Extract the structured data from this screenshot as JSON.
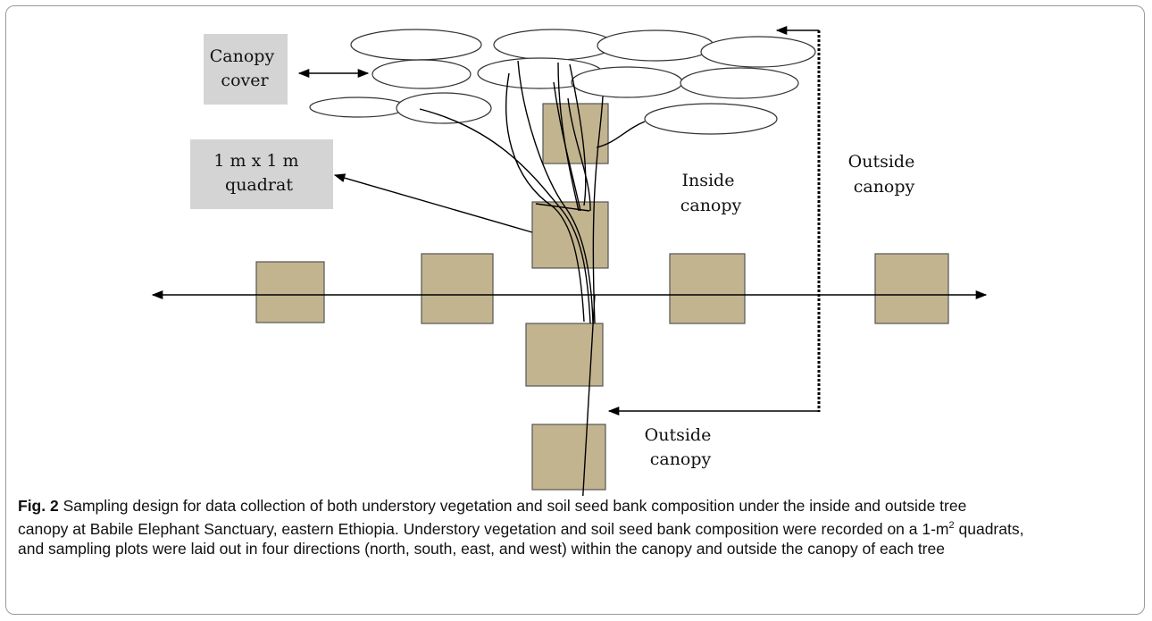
{
  "diagram": {
    "labels": {
      "canopy_cover": [
        "Canopy",
        "cover"
      ],
      "quadrat": [
        "1 m x 1 m",
        "quadrat"
      ],
      "inside_canopy": [
        "Inside",
        "canopy"
      ],
      "outside_canopy_right": [
        "Outside",
        "canopy"
      ],
      "outside_canopy_bottom": [
        "Outside",
        "canopy"
      ]
    },
    "colors": {
      "quadrat_fill": "#c2b48f",
      "quadrat_stroke": "#555555",
      "label_box": "#d4d4d4",
      "leaf_stroke": "#333333"
    }
  },
  "caption": {
    "figure_label": "Fig. 2",
    "line1": "Sampling design for data collection of both understory vegetation and soil seed bank composition under the inside and outside tree",
    "line2_before": "canopy at Babile Elephant Sanctuary, eastern Ethiopia. Understory vegetation and soil seed bank composition were recorded on a 1-m",
    "line2_sup": "2",
    "line2_after": " quadrats,",
    "line3": "and sampling plots were laid out in four directions (north, south, east, and west) within the canopy and outside the canopy of each tree"
  }
}
